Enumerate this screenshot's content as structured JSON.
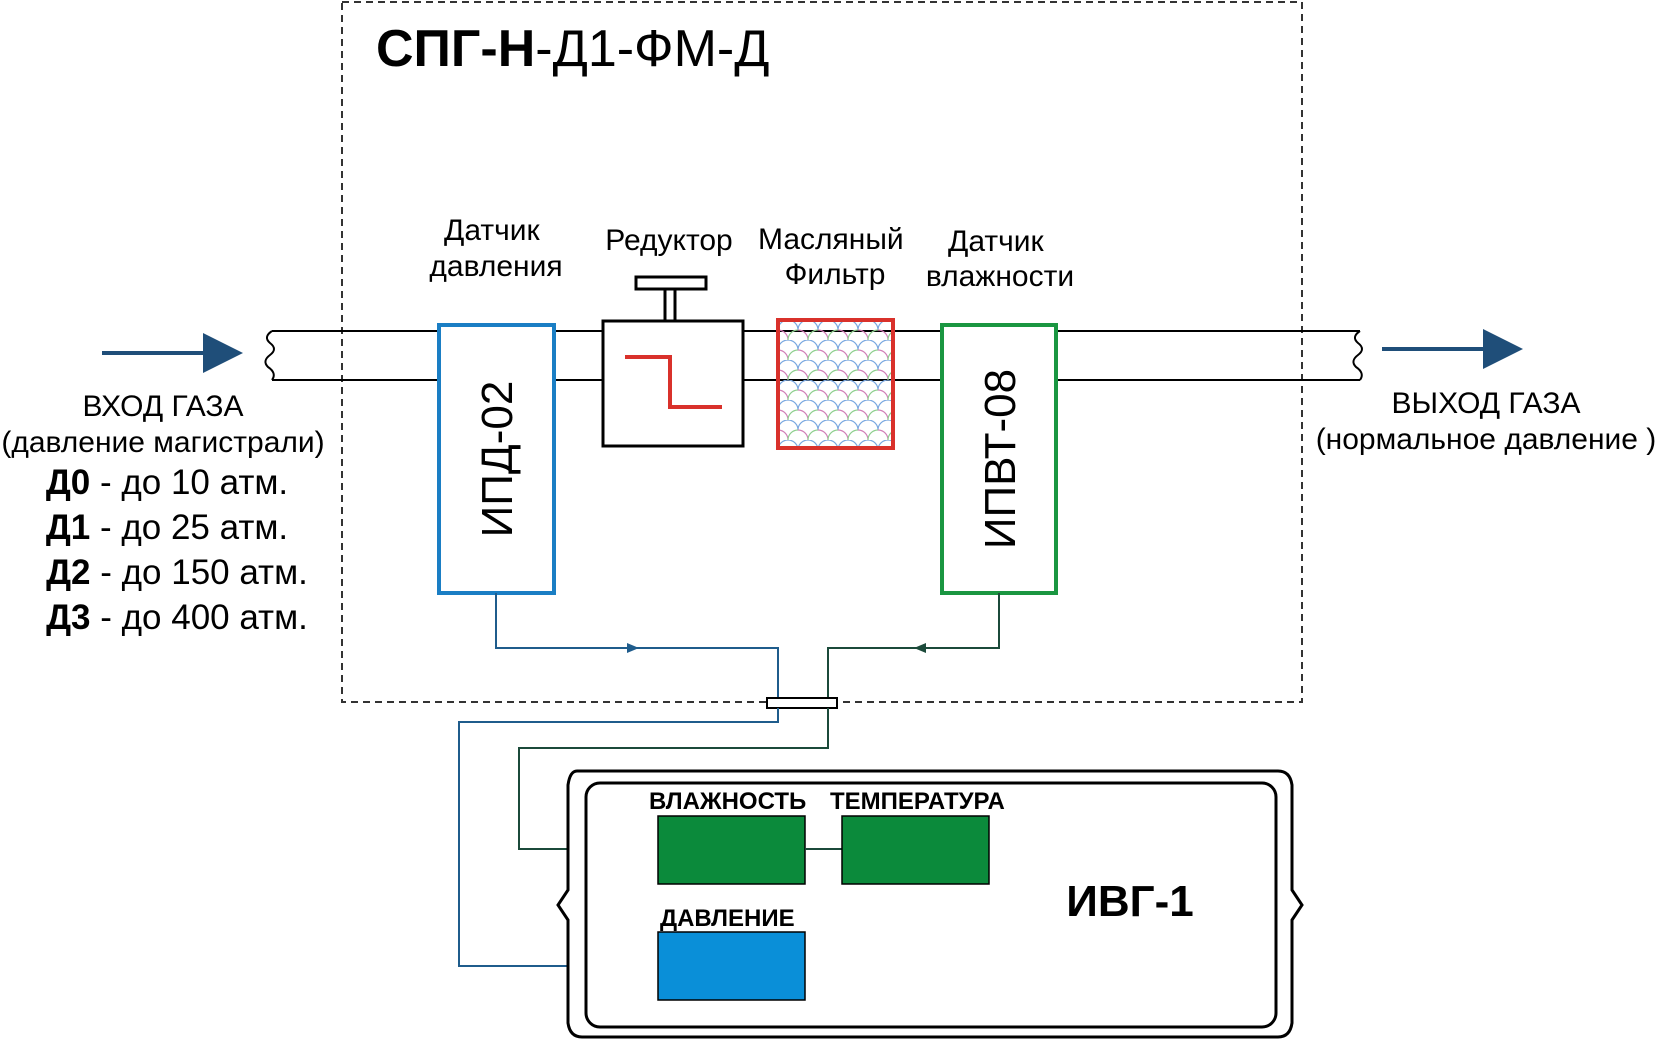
{
  "title": {
    "bold": "СПГ-Н",
    "rest": "-Д1-ФМ-Д"
  },
  "labels": {
    "pressure_sensor": [
      "Датчик",
      "давления"
    ],
    "reducer": [
      "Редуктор"
    ],
    "oil_filter": [
      "Масляный",
      "Фильтр"
    ],
    "humidity_sensor": [
      "Датчик",
      "влажности"
    ]
  },
  "sensors": {
    "pressure_id": "ИПД-02",
    "humidity_id": "ИПВТ-08"
  },
  "inlet": {
    "title": "ВХОД ГАЗА",
    "subtitle": "(давление магистрали)",
    "ranges": [
      {
        "code": "Д0",
        "text": " - до 10 атм."
      },
      {
        "code": "Д1",
        "text": " - до 25 атм."
      },
      {
        "code": "Д2",
        "text": " - до 150 атм."
      },
      {
        "code": "Д3",
        "text": " - до 400 атм."
      }
    ]
  },
  "outlet": {
    "title": "ВЫХОД ГАЗА",
    "subtitle": "(нормальное давление )"
  },
  "device": {
    "name": "ИВГ-1",
    "humidity_label": "ВЛАЖНОСТЬ",
    "temperature_label": "ТЕМПЕРАТУРА",
    "pressure_label": "ДАВЛЕНИЕ"
  },
  "colors": {
    "arrow": "#1f4e79",
    "pressure_box": "#1a7ec4",
    "humidity_box": "#1a9641",
    "filter_border": "#d9312b",
    "reducer_line": "#d9312b",
    "display_green": "#0b8a3b",
    "display_blue": "#0a8fd8",
    "wire_blue": "#1f5c8c",
    "wire_green": "#1b4a3a"
  }
}
